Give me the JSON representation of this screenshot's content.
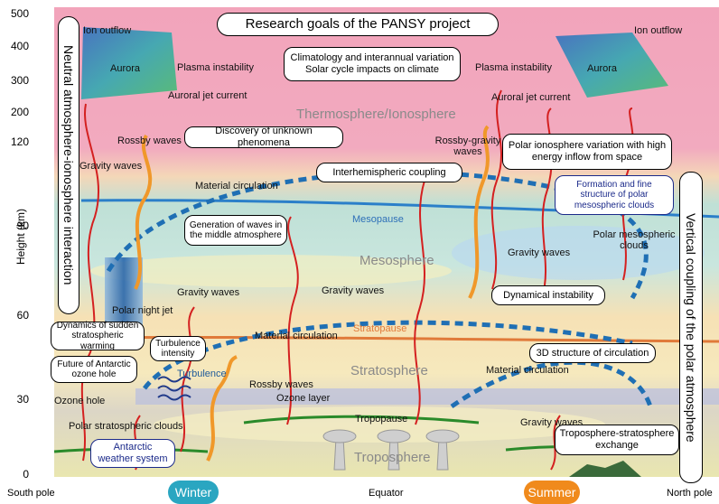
{
  "title": "Research goals of the PANSY project",
  "y_axis": {
    "title": "Height (km)",
    "ticks": [
      "500",
      "400",
      "300",
      "200",
      "120",
      "90",
      "60",
      "30",
      "0"
    ]
  },
  "x_axis": {
    "left": "South pole",
    "winter": "Winter",
    "center": "Equator",
    "summer": "Summer",
    "right": "North pole"
  },
  "left_vertical": "Neutral atmosphere-ionosphere interaction",
  "right_vertical": "Vertical coupling of the polar atmosphere",
  "layers": {
    "thermosphere": "Thermosphere/Ionosphere",
    "mesopause": "Mesopause",
    "mesosphere": "Mesosphere",
    "stratopause": "Stratopause",
    "stratosphere": "Stratosphere",
    "ozone_layer": "Ozone layer",
    "tropopause": "Tropopause",
    "troposphere": "Troposphere"
  },
  "boxes": {
    "climatology": "Climatology and interannual variation Solar cycle impacts on climate",
    "discovery": "Discovery of unknown phenomena",
    "interhemispheric": "Interhemispheric coupling",
    "polar_iono": "Polar ionosphere variation with high energy inflow from space",
    "formation": "Formation and fine structure of polar mesospheric clouds",
    "generation": "Generation of waves in the middle atmosphere",
    "dyn_instability": "Dynamical instability",
    "ssw": "Dynamics of sudden stratospheric warming",
    "turb_intensity": "Turbulence intensity",
    "ozone_future": "Future of Antarctic ozone hole",
    "structure3d": "3D structure of circulation",
    "trop_exchange": "Troposphere-stratosphere exchange",
    "antarctic_weather": "Antarctic weather system"
  },
  "labels": {
    "ion_outflow_l": "Ion outflow",
    "aurora_l": "Aurora",
    "plasma_l": "Plasma instability",
    "jet_l": "Auroral jet current",
    "ion_outflow_r": "Ion outflow",
    "aurora_r": "Aurora",
    "plasma_r": "Plasma instability",
    "jet_r": "Auroral jet current",
    "rossby_top": "Rossby waves",
    "gravity_top": "Gravity waves",
    "material_top": "Material circulation",
    "rossby_gravity": "Rossby-gravity waves",
    "gravity_right": "Gravity waves",
    "pmc": "Polar mesospheric clouds",
    "gravity_mid": "Gravity waves",
    "gravity_center": "Gravity waves",
    "polar_night_jet": "Polar night jet",
    "material_mid": "Material circulation",
    "turbulence": "Turbulence",
    "rossby_low": "Rossby waves",
    "ozone_hole": "Ozone hole",
    "material_low": "Material circulation",
    "psc": "Polar stratospheric clouds",
    "gravity_low": "Gravity waves"
  },
  "colors": {
    "thermo": "#f2a9bd",
    "meso": "#c8e2d8",
    "strato": "#f7e7b5",
    "winter": "#2aa6c1",
    "summer": "#f08a1c",
    "arrow_blue": "#1f6fb4",
    "wave_red": "#d42020",
    "wave_orange": "#f0982a"
  }
}
